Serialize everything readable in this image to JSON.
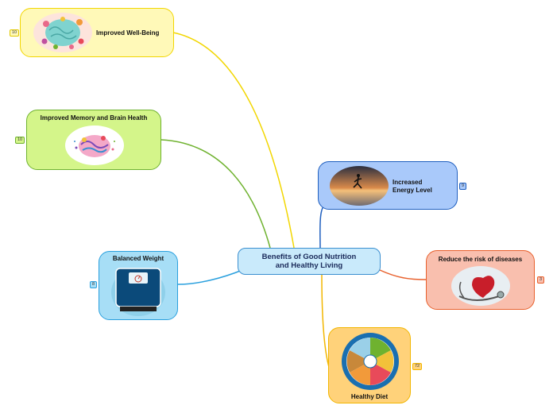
{
  "central": {
    "line1": "Benefits of Good Nutrition",
    "line2": "and Healthy Living"
  },
  "nodes": {
    "wellbeing": {
      "label": "Improved Well-Being",
      "badge": "10",
      "color": "#f2d600"
    },
    "memory": {
      "label": "Improved Memory and Brain Health",
      "badge": "10",
      "color": "#6fb22f"
    },
    "energy": {
      "label_line1": "Increased",
      "label_line2": "Energy Level",
      "badge": "9",
      "color": "#1f5fbf"
    },
    "disease": {
      "label": "Reduce the risk of diseases",
      "badge": "3",
      "color": "#e8602c"
    },
    "weight": {
      "label": "Balanced Weight",
      "badge": "8",
      "color": "#2aa0de"
    },
    "diet": {
      "label": "Healthy Diet",
      "badge": "72",
      "color": "#f2b600"
    }
  },
  "icons": {
    "wellbeing": "brain-flowers-icon",
    "memory": "colorful-brain-icon",
    "energy": "runner-sunset-icon",
    "disease": "heart-stethoscope-icon",
    "weight": "scale-icon",
    "diet": "food-plate-icon"
  }
}
